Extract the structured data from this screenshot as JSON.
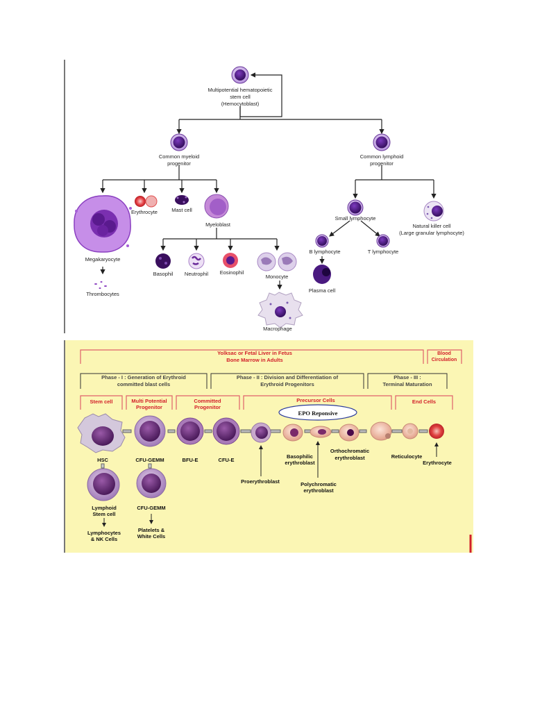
{
  "hematopoiesis": {
    "stem": [
      "Multipotential hematopoietic",
      "stem cell",
      "(Hemocytoblast)"
    ],
    "myeloid": [
      "Common myeloid",
      "progenitor"
    ],
    "lymphoid": [
      "Common lymphoid",
      "progenitor"
    ],
    "megakaryocyte": "Megakaryocyte",
    "thrombocytes": "Thrombocytes",
    "erythrocyte": "Erythrocyte",
    "mast_cell": "Mast cell",
    "myeloblast": "Myeloblast",
    "basophil": "Basophil",
    "neutrophil": "Neutrophil",
    "eosinophil": "Eosinophil",
    "monocyte": "Monocyte",
    "macrophage": "Macrophage",
    "small_lymphocyte": "Small lymphocyte",
    "nk_cell": [
      "Natural killer cell",
      "(Large granular lymphocyte)"
    ],
    "b_lymphocyte": "B lymphocyte",
    "t_lymphocyte": "T lymphocyte",
    "plasma_cell": "Plasma cell"
  },
  "erythropoiesis": {
    "site": [
      "Yolksac or Fetal Liver in Fetus",
      "Bone Marrow in Adults"
    ],
    "blood": [
      "Blood",
      "Circulation"
    ],
    "phase1": [
      "Phase - I : Generation of Erythroid",
      "committed blast cells"
    ],
    "phase2": [
      "Phase - II : Division and Differentiation of",
      "Erythroid Progenitors"
    ],
    "phase3": [
      "Phase - III :",
      "Terminal Maturation"
    ],
    "cat_stem": "Stem cell",
    "cat_multi": [
      "Multi Potential",
      "Progenitor"
    ],
    "cat_committed": [
      "Committed",
      "Progenitor"
    ],
    "cat_precursor": "Precursor Cells",
    "cat_end": "End Cells",
    "epo": "EPO Reponsive",
    "hsc": "HSC",
    "cfu_gemm": "CFU-GEMM",
    "bfu_e": "BFU-E",
    "cfu_e": "CFU-E",
    "proerythroblast": "Proerythroblast",
    "basophilic": [
      "Basophilic",
      "erythroblast"
    ],
    "polychromatic": [
      "Polychromatic",
      "erythroblast"
    ],
    "orthochromatic": [
      "Orthochromatic",
      "erythroblast"
    ],
    "reticulocyte": "Reticulocyte",
    "erythrocyte": "Erythrocyte",
    "lymphoid_stem": [
      "Lymphoid",
      "Stem cell"
    ],
    "cfu_gemm2": "CFU-GEMM",
    "lymphocytes": [
      "Lymphocytes",
      "& NK Cells"
    ],
    "platelets": [
      "Platelets &",
      "White Cells"
    ]
  },
  "colors": {
    "cell_purple": "#5b1f8f",
    "cell_light": "#a77fd0",
    "panel_bg": "#fbf6b4",
    "bracket_pink": "#e0606a",
    "text_red": "#d2202a",
    "phase_text": "#444444"
  }
}
